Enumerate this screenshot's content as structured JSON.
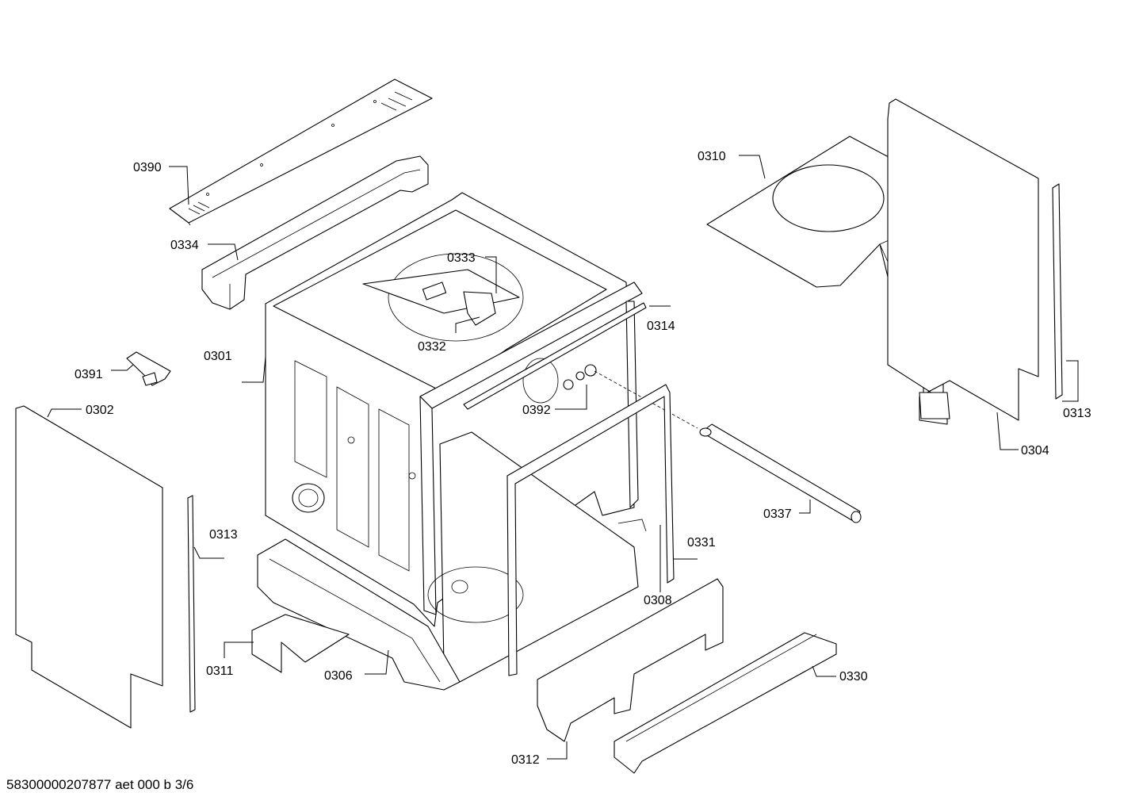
{
  "footer": "58300000207877 aet 000 b 3/6",
  "labels": {
    "l0390": "0390",
    "l0334": "0334",
    "l0333": "0333",
    "l0332": "0332",
    "l0391": "0391",
    "l0301": "0301",
    "l0302": "0302",
    "l0313a": "0313",
    "l0311": "0311",
    "l0306": "0306",
    "l0314": "0314",
    "l0392": "0392",
    "l0310": "0310",
    "l0313b": "0313",
    "l0304": "0304",
    "l0337": "0337",
    "l0331": "0331",
    "l0308": "0308",
    "l0330": "0330",
    "l0312": "0312"
  }
}
